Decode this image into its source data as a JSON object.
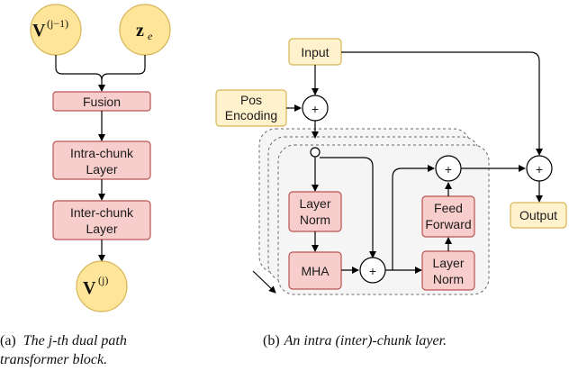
{
  "panel_a": {
    "inputs": {
      "v_prev_base": "V",
      "v_prev_sup": "(j−1)",
      "z_base": "z",
      "z_sub": "e"
    },
    "fusion_label": "Fusion",
    "intra_line1": "Intra-chunk",
    "intra_line2": "Layer",
    "inter_line1": "Inter-chunk",
    "inter_line2": "Layer",
    "output": {
      "v_base": "V",
      "v_sup": "(j)"
    },
    "caption": {
      "label": "(a)",
      "line1_rest": "The j-th dual path",
      "line2": "transformer block."
    }
  },
  "panel_b": {
    "input_label": "Input",
    "pos_line1": "Pos",
    "pos_line2": "Encoding",
    "layer_norm_line1": "Layer",
    "layer_norm_line2": "Norm",
    "mha_label": "MHA",
    "feed_line1": "Feed",
    "feed_line2": "Forward",
    "layer_norm2_line1": "Layer",
    "layer_norm2_line2": "Norm",
    "output_label": "Output",
    "plus_symbol": "+",
    "caption": {
      "label": "(b)",
      "text": "An intra (inter)-chunk layer."
    }
  },
  "colors": {
    "pink_fill": "#f8cecc",
    "pink_stroke": "#b85450",
    "yellow_fill": "#fff2cc",
    "yellow_stroke": "#d6b656",
    "circle_fill": "#ffe599",
    "stack_fill": "#f5f5f5",
    "stack_stroke": "#666666"
  }
}
